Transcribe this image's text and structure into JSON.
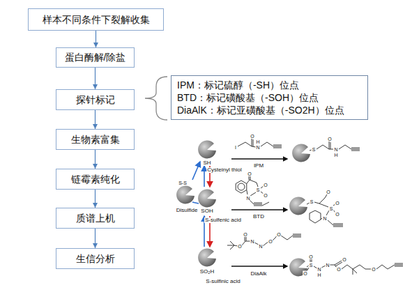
{
  "diagram": {
    "nodes": [
      {
        "text": [
          "样本不同条件下裂解收集"
        ]
      },
      {
        "text": [
          "蛋白酶解/除盐"
        ]
      },
      {
        "text": [
          "探针标记"
        ]
      },
      {
        "text": [
          "生物素富集"
        ]
      },
      {
        "text": [
          "链霉素纯化"
        ]
      },
      {
        "text": [
          "质谱上机"
        ]
      },
      {
        "text": [
          "生信分析"
        ]
      },
      {
        "text": [
          "IPM：标记硫醇（-SH）位点",
          "BTD：标记磺酸基（-SOH）位点",
          "DiaAlK：标记亚磺酸基（-SO2H）位点"
        ]
      }
    ],
    "edges": [
      {
        "from": 0,
        "to": 1,
        "arrow": "to"
      },
      {
        "from": 1,
        "to": 2,
        "arrow": "to"
      },
      {
        "from": 2,
        "to": 3,
        "arrow": "to"
      },
      {
        "from": 3,
        "to": 4,
        "arrow": "to"
      },
      {
        "from": 4,
        "to": 5,
        "arrow": "to"
      },
      {
        "from": 5,
        "to": 6,
        "arrow": "to"
      }
    ],
    "labels": [
      "SH",
      "Cysteinyl thiol",
      "S-S",
      "Disulfide",
      "SOH",
      "S-sulfenic acid",
      "SO₂H",
      "S-sulfinic acid",
      "IPM",
      "BTD",
      "DiaAlk",
      "I",
      "O",
      "N",
      "H",
      "S",
      "O",
      "N",
      "H",
      "O",
      "S",
      "O",
      "O",
      "N",
      "S",
      "O",
      "S",
      "O",
      "O",
      "N",
      "O",
      "O",
      "N",
      "N",
      "O",
      "O",
      "S",
      "O",
      "O",
      "N",
      "H",
      "N",
      "O",
      "O",
      "O"
    ]
  }
}
